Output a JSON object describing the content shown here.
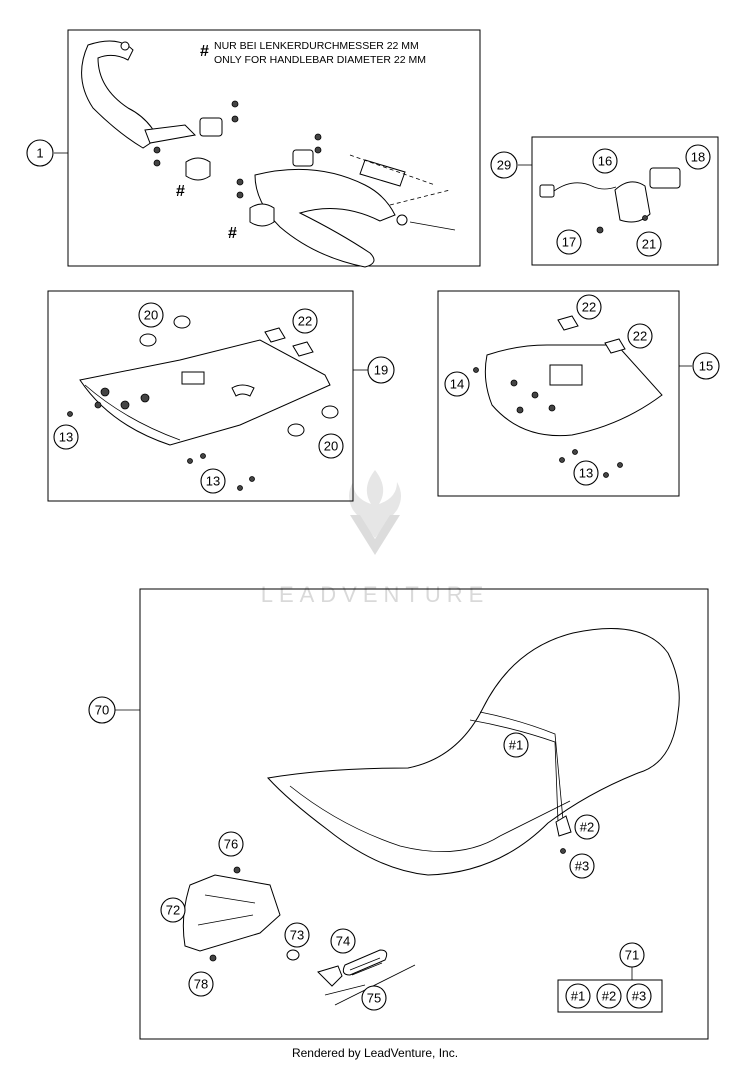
{
  "note": {
    "hash": "#",
    "line1": "NUR BEI LENKERDURCHMESSER 22 MM",
    "line2": "ONLY FOR HANDLEBAR DIAMETER 22 MM"
  },
  "hash_mark": "#",
  "callouts": {
    "c1": "1",
    "c29": "29",
    "c16": "16",
    "c18": "18",
    "c17": "17",
    "c21": "21",
    "c20a": "20",
    "c22a": "22",
    "c19": "19",
    "c13a": "13",
    "c20b": "20",
    "c13b": "13",
    "c22b": "22",
    "c22c": "22",
    "c14": "14",
    "c15": "15",
    "c13c": "13",
    "c70": "70",
    "h1": "#1",
    "h2": "#2",
    "h3": "#3",
    "c76": "76",
    "c72": "72",
    "c73": "73",
    "c74": "74",
    "c78": "78",
    "c75": "75",
    "c71": "71",
    "k1": "#1",
    "k2": "#2",
    "k3": "#3"
  },
  "watermark": "LEADVENTURE",
  "footer": "Rendered by LeadVenture, Inc."
}
